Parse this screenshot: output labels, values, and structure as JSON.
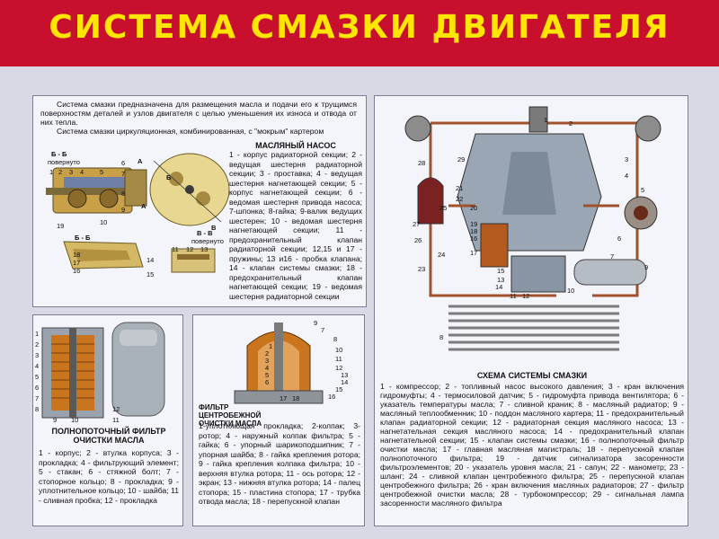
{
  "title": "СИСТЕМА СМАЗКИ ДВИГАТЕЛЯ",
  "colors": {
    "banner": "#c8102e",
    "title": "#ffe600",
    "background": "#d9d9e6",
    "panel": "#f4f4fb",
    "oil": "#a0522d"
  },
  "intro": {
    "p1": "Система смазки предназначена для размещения масла и подачи его к трущимся поверхностям деталей и узлов двигателя с целью уменьшения их износа и отвода от них тепла.",
    "p2": "Система смазки циркуляционная, комбинированная, с \"мокрым\" картером"
  },
  "oil_pump": {
    "heading": "МАСЛЯНЫЙ НАСОС",
    "text": "1 - корпус радиаторной секции; 2 - ведущая шестерня радиаторной секции; 3 - проставка; 4 - ведущая шестерня нагнетающей секции; 5 - корпус нагнетающей секции; 6 - ведомая шестерня привода насоса; 7-шпонка; 8-гайка; 9-валик ведущих шестерен; 10 - ведомая шестерня нагнетающей секции; 11 - предохранительный клапан радиаторной секции; 12,15 и 17 - пружины; 13 и16 - пробка клапана; 14 - клапан системы смазки; 18 - предохранительный клапан нагнетающей секции; 19 - ведомая шестерня радиаторной секции",
    "section_bb": "Б - Б",
    "rotated": "повернуто",
    "section_bb2": "Б - Б",
    "section_vv": "В - В",
    "section_vv_rot": "повернуто",
    "letter_a": "А",
    "letter_a2": "А",
    "letter_b": "Б",
    "letter_v": "В",
    "labels": [
      "1",
      "2",
      "3",
      "4",
      "5",
      "6",
      "7",
      "8",
      "9",
      "10",
      "11",
      "12",
      "13",
      "14",
      "15",
      "16",
      "17",
      "18",
      "19"
    ]
  },
  "full_flow_filter": {
    "heading": "ПОЛНОПОТОЧНЫЙ ФИЛЬТР ОЧИСТКИ МАСЛА",
    "text": "1 - корпус; 2 - втулка корпуса; 3 - прокладка; 4 - фильтрующий элемент; 5 - стакан; 6 - стяжной болт; 7 - стопорное кольцо; 8 - прокладка; 9 - уплотнительное кольцо; 10 - шайба; 11 - сливная пробка; 12 - прокладка",
    "labels": [
      "1",
      "2",
      "3",
      "4",
      "5",
      "6",
      "7",
      "8",
      "9",
      "10",
      "11",
      "12"
    ]
  },
  "centrifugal_filter": {
    "heading": "ФИЛЬТР ЦЕНТРОБЕЖНОЙ ОЧИСТКИ МАСЛА",
    "text": "1-уплотняющая прокладка; 2-колпак; 3-ротор; 4 - наружный колпак фильтра; 5 - гайка; 6 - упорный шарикоподшипник; 7 - упорная шайба; 8 - гайка крепления ротора; 9 - гайка крепления колпака фильтра; 10 - верхняя втулка ротора; 11 - ось ротора; 12 - экран; 13 - нижняя втулка ротора; 14 - палец стопора; 15 - пластина стопора; 17 - трубка отвода масла; 18 - перепускной клапан",
    "labels": [
      "1",
      "2",
      "3",
      "4",
      "5",
      "6",
      "7",
      "8",
      "9",
      "10",
      "11",
      "12",
      "13",
      "14",
      "15",
      "16",
      "17",
      "18"
    ]
  },
  "scheme": {
    "heading": "СХЕМА СИСТЕМЫ СМАЗКИ",
    "text": "1 - компрессор; 2 - топливный насос высокого давления; 3 - кран включения гидромуфты; 4 - термосиловой датчик; 5 - гидромуфта привода вентилятора; 6 - указатель температуры масла; 7 - сливной краник; 8 - масляный радиатор; 9 - масляный теплообменник; 10 - поддон масляного картера; 11 - предохранительный клапан радиаторной секции; 12 - радиаторная секция масляного насоса; 13 - нагнетательная секция масляного насоса; 14 - предохранительный клапан нагнетательной секции; 15 - клапан системы смазки; 16 - полнопоточный фильтр очистки масла; 17 - главная масляная магистраль; 18 - перепускной клапан полнопоточного фильтра; 19 - датчик сигнализатора засоренности фильтроэлементов; 20 - указатель уровня масла; 21 - сапун; 22 - манометр; 23 - шланг; 24 - сливной клапан центробежного фильтра; 25 - перепускной клапан центробежного фильтра; 26 - кран включения масляных радиаторов; 27 - фильтр центробежной очистки масла; 28 - турбокомпрессор; 29 - сигнальная лампа засоренности масляного фильтра",
    "labels": [
      "1",
      "2",
      "3",
      "4",
      "5",
      "6",
      "7",
      "8",
      "9",
      "10",
      "11",
      "12",
      "13",
      "14",
      "15",
      "16",
      "17",
      "18",
      "19",
      "20",
      "21",
      "22",
      "23",
      "24",
      "25",
      "26",
      "27",
      "28",
      "29"
    ]
  }
}
